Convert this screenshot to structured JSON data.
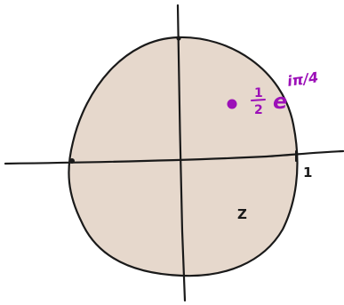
{
  "labels": {
    "unit_tick_label": "1",
    "region_label": "Z",
    "point_label_coefficient_numerator": "1",
    "point_label_coefficient_denominator": "2",
    "point_label_base": "e",
    "point_label_exponent": "iπ/4"
  },
  "colors": {
    "disk_fill": "#e6d8cc",
    "outline": "#1a1a1a",
    "point": "#9c10b8",
    "point_label": "#9c10b8"
  }
}
